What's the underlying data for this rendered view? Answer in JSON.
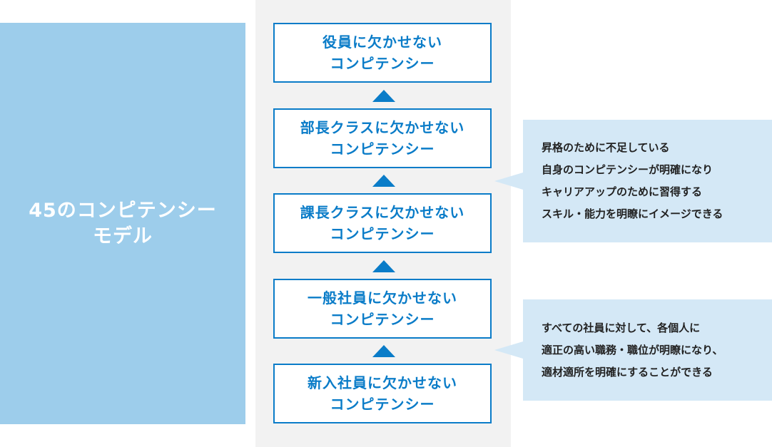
{
  "model": {
    "line1": "45のコンピテンシー",
    "line2": "モデル"
  },
  "levels": [
    {
      "line1": "役員に欠かせない",
      "line2": "コンピテンシー"
    },
    {
      "line1": "部長クラスに欠かせない",
      "line2": "コンピテンシー"
    },
    {
      "line1": "課長クラスに欠かせない",
      "line2": "コンピテンシー"
    },
    {
      "line1": "一般社員に欠かせない",
      "line2": "コンピテンシー"
    },
    {
      "line1": "新入社員に欠かせない",
      "line2": "コンピテンシー"
    }
  ],
  "notes": [
    {
      "lines": [
        "昇格のために不足している",
        "自身のコンピテンシーが明確になり",
        "キャリアアップのために習得する",
        "スキル・能力を明瞭にイメージできる"
      ]
    },
    {
      "lines": [
        "すべての社員に対して、各個人に",
        "適正の高い職務・職位が明瞭になり、",
        "適材適所を明確にすることができる"
      ]
    }
  ],
  "colors": {
    "model_panel": "#9dcdeb",
    "accent_blue": "#0a7cc8",
    "note_bg": "#d4e8f6",
    "ladder_bg": "#f2f2f2"
  }
}
